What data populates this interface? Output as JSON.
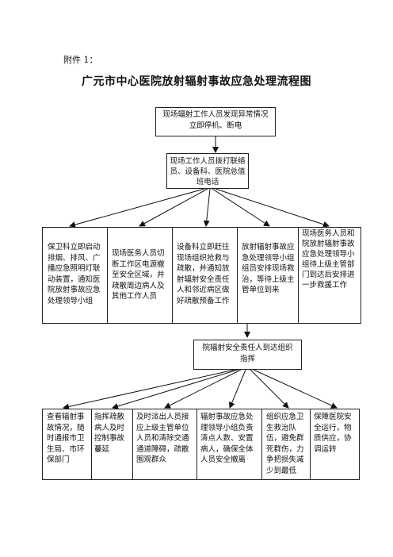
{
  "header": {
    "attachment": "附件 1：",
    "title": "广元市中心医院放射辐射事故应急处理流程图"
  },
  "flow": {
    "start": "现场辐射工作人员发现异常情况立即停机、断电",
    "step2": "现场工作人员拨打联络员、设备科、医院总值班电话",
    "row1": [
      "保卫科立即启动排烟、排风、广播应急照明灯联动装置，通知医院放射事故应急处理领导小组",
      "现场医务人员切断工作区电源撤至安全区域，并疏散周边病人及其他工作人员",
      "设备科立即赶往现场组织抢救与疏散，并通知放射辐射安全责任人和邻近病区做好疏散预备工作",
      "放射辐射事故应急处理领导小组组员安排现场救治，等待上级主管单位到来",
      "现场医务人员和院放射辐射事故应急处理领导小组待上级主管部门到达后安排进一步救援工作"
    ],
    "step3": "院辐射安全责任人到达组织指挥",
    "row2": [
      "查看辐射事故情况，随时通报市卫生局、市环保部门",
      "指挥疏散病人及时控制事故蔓延",
      "及时派出人员接应上级主管单位人员和清除交通通道障碍，疏散围观群众",
      "辐射事故应急处理领导小组负责清点人数、安置病人，确保全体人员安全撤离",
      "组织应急卫生救治队伍，避免群死群伤，力争把损失减少到最低",
      "保障医院安全运行，物质供应，协调运转"
    ]
  }
}
